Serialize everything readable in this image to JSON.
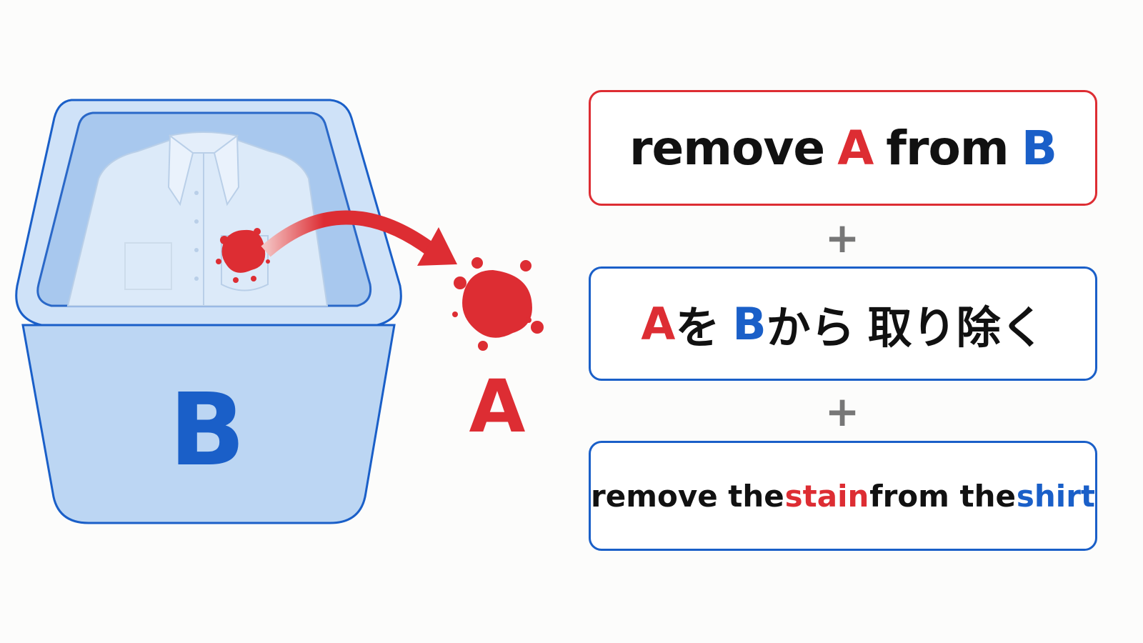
{
  "colors": {
    "red": "#dd2d33",
    "blue": "#1a5fc8",
    "text": "#111111",
    "plus": "#777777",
    "container_fill": "#bcd6f3",
    "container_stroke": "#1a5fc8",
    "shirt": "#d8e7f8"
  },
  "icons": [
    "container-icon",
    "shirt-icon",
    "stain-icon",
    "arrow-icon",
    "plus-icon"
  ],
  "illustration": {
    "container_label": "B",
    "stain_label": "A"
  },
  "panels": {
    "english": {
      "word1": "remove",
      "a": "A",
      "word2": "from",
      "b": "B"
    },
    "japanese": {
      "a": "A",
      "particle1": "を",
      "b": "B",
      "particle2": "から",
      "verb": "取り除く"
    },
    "example": {
      "part1": "remove the",
      "stain": "stain",
      "part2": "from the",
      "shirt": "shirt"
    }
  },
  "plus_signs": [
    "+",
    "+"
  ]
}
